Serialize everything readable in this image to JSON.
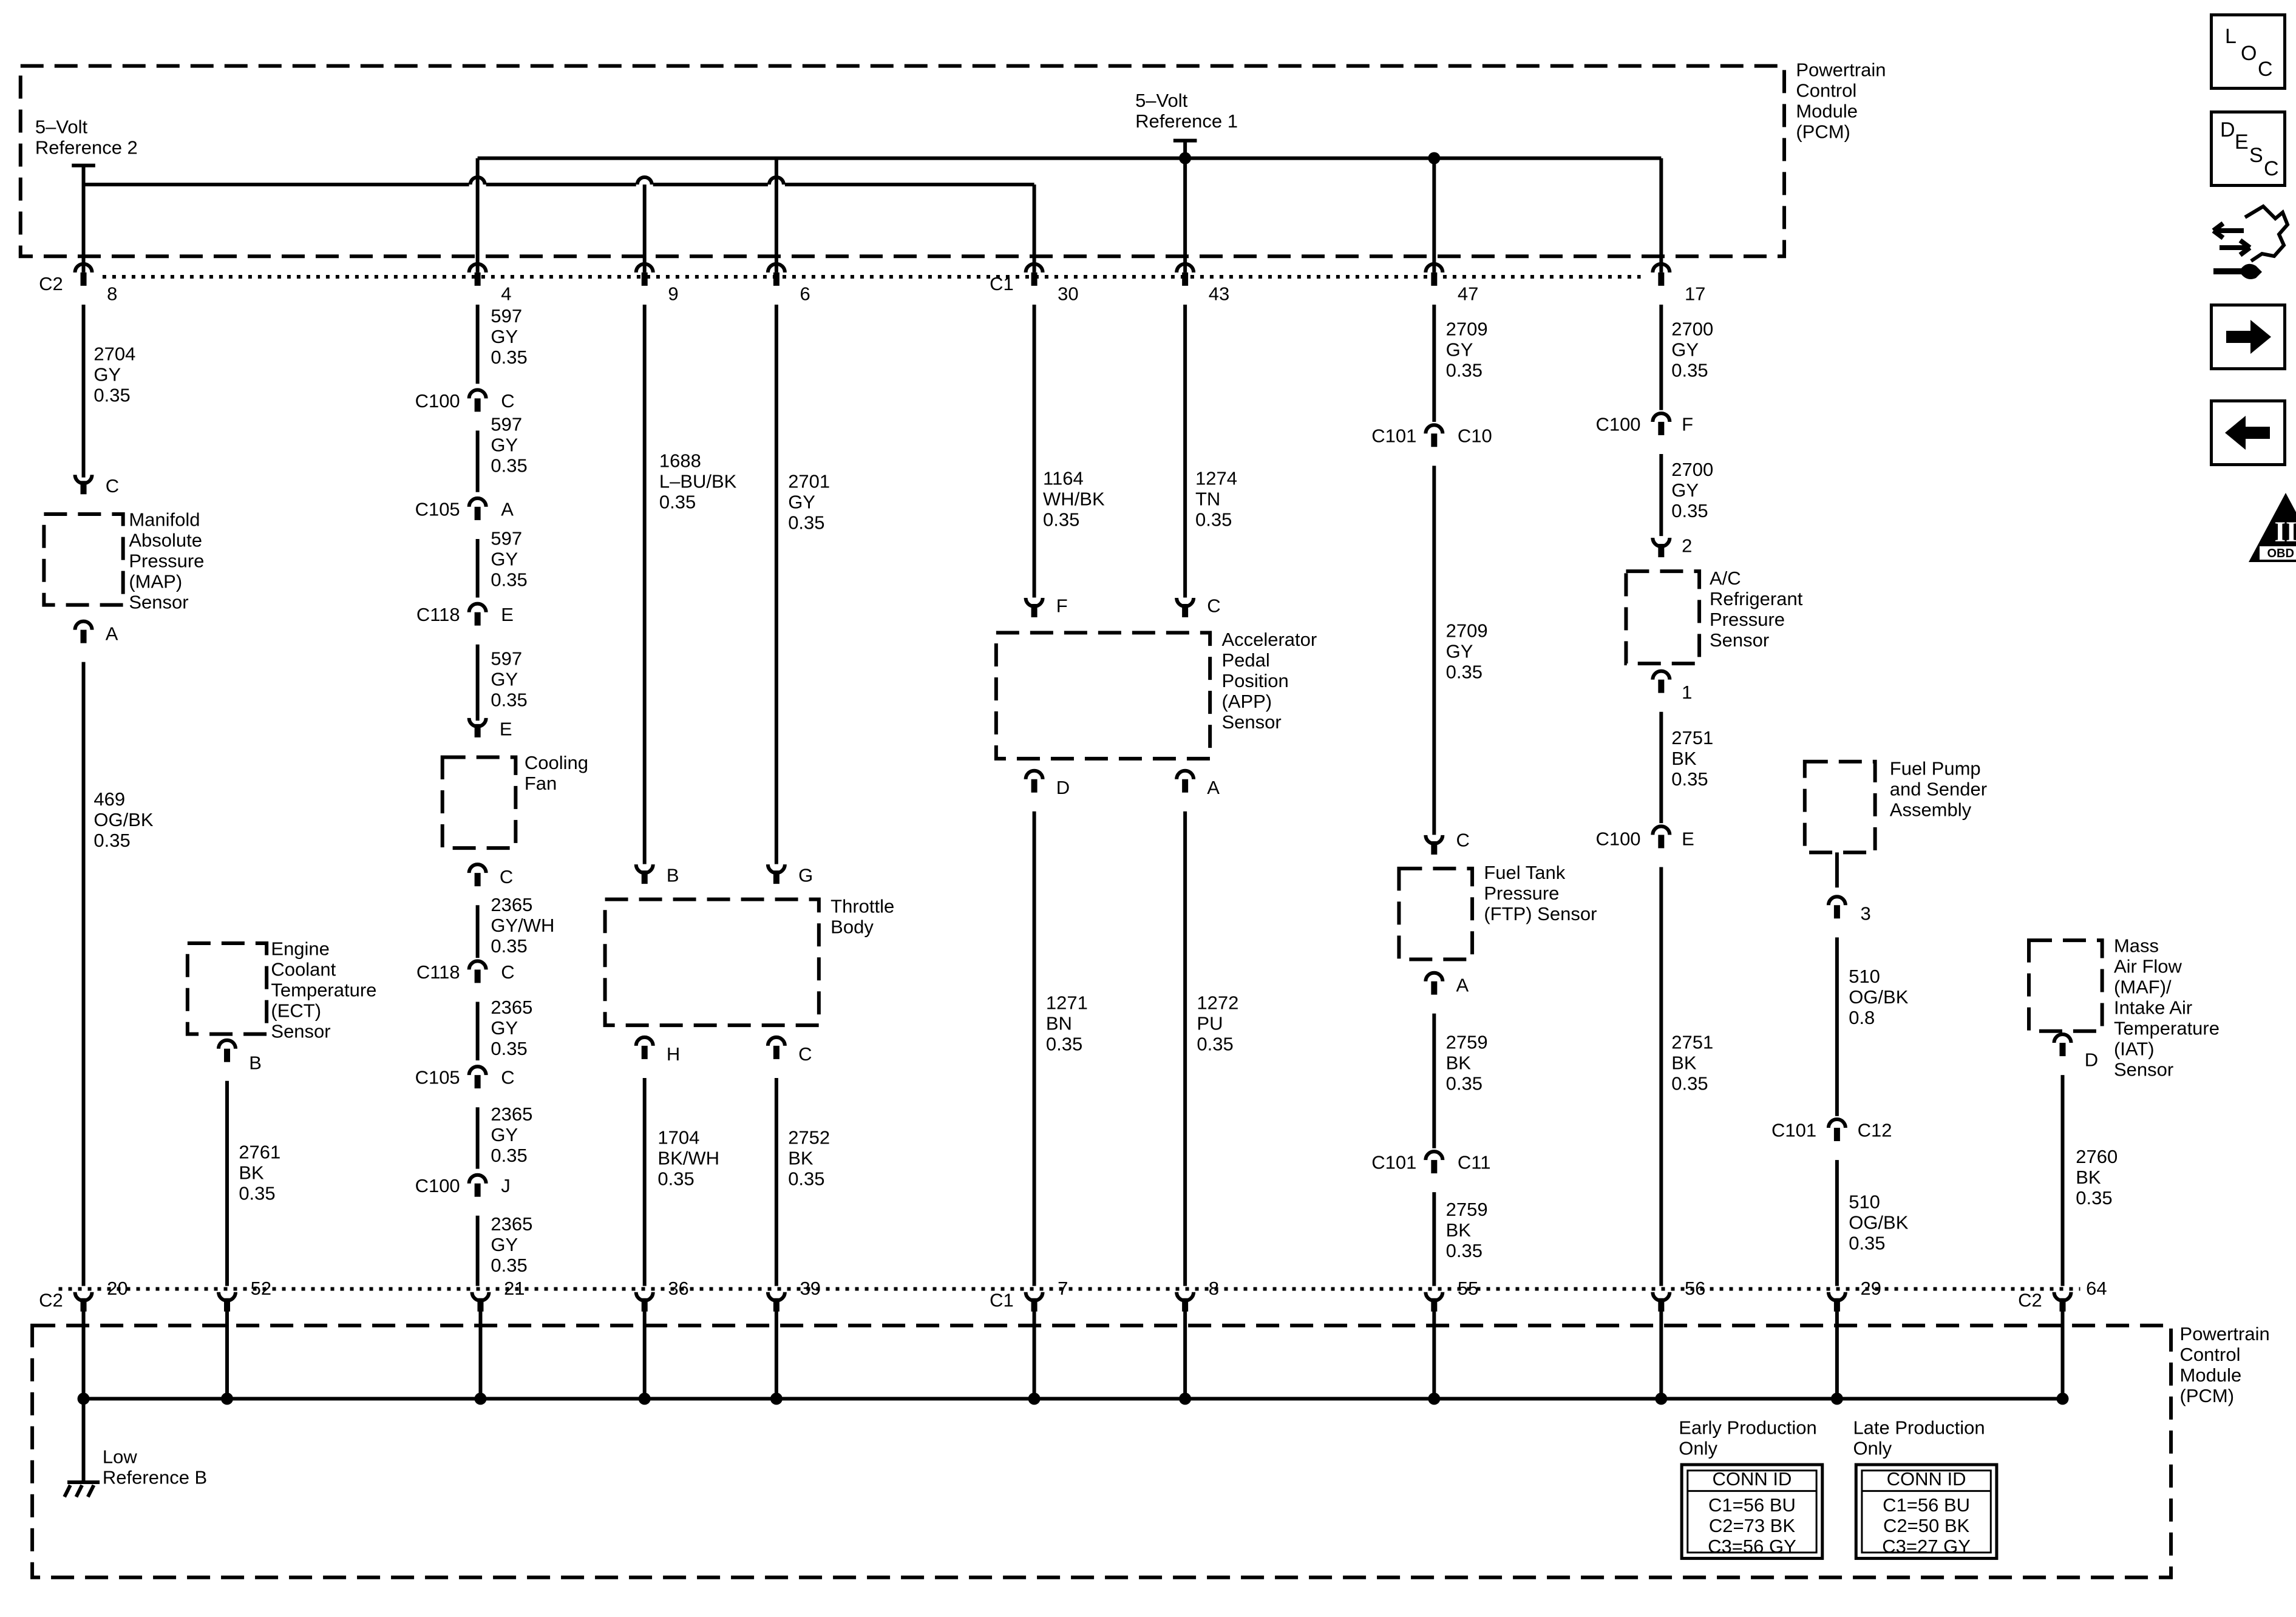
{
  "pcm_top": {
    "label_lines": [
      "Powertrain",
      "Control",
      "Module",
      "(PCM)"
    ],
    "ref2_lines": [
      "5–Volt",
      "Reference 2"
    ],
    "ref1_lines": [
      "5–Volt",
      "Reference 1"
    ]
  },
  "pcm_bottom": {
    "label_lines": [
      "Powertrain",
      "Control",
      "Module",
      "(PCM)"
    ],
    "ground_lines": [
      "Low",
      "Reference B"
    ]
  },
  "top_pins": [
    {
      "id": "t8",
      "conn": "C2",
      "pin": "8"
    },
    {
      "id": "t4",
      "conn": "",
      "pin": "4"
    },
    {
      "id": "t9",
      "conn": "",
      "pin": "9"
    },
    {
      "id": "t6",
      "conn": "",
      "pin": "6"
    },
    {
      "id": "t30",
      "conn": "C1",
      "pin": "30"
    },
    {
      "id": "t43",
      "conn": "",
      "pin": "43"
    },
    {
      "id": "t47",
      "conn": "",
      "pin": "47"
    },
    {
      "id": "t17",
      "conn": "",
      "pin": "17"
    }
  ],
  "bottom_pins": [
    {
      "id": "b20",
      "conn": "C2",
      "pin": "20"
    },
    {
      "id": "b52",
      "conn": "",
      "pin": "52"
    },
    {
      "id": "b21",
      "conn": "",
      "pin": "21"
    },
    {
      "id": "b36",
      "conn": "",
      "pin": "36"
    },
    {
      "id": "b39",
      "conn": "",
      "pin": "39"
    },
    {
      "id": "b7",
      "conn": "C1",
      "pin": "7"
    },
    {
      "id": "b8",
      "conn": "",
      "pin": "8"
    },
    {
      "id": "b55",
      "conn": "",
      "pin": "55"
    },
    {
      "id": "b56",
      "conn": "",
      "pin": "56"
    },
    {
      "id": "b29",
      "conn": "",
      "pin": "29"
    },
    {
      "id": "b64",
      "conn": "C2",
      "pin": "64"
    }
  ],
  "wires": [
    {
      "id": "w1",
      "lines": [
        "2704",
        "GY",
        "0.35"
      ]
    },
    {
      "id": "w2",
      "lines": [
        "469",
        "OG/BK",
        "0.35"
      ]
    },
    {
      "id": "w3",
      "lines": [
        "2761",
        "BK",
        "0.35"
      ]
    },
    {
      "id": "w4",
      "lines": [
        "597",
        "GY",
        "0.35"
      ]
    },
    {
      "id": "w5",
      "lines": [
        "597",
        "GY",
        "0.35"
      ]
    },
    {
      "id": "w6",
      "lines": [
        "597",
        "GY",
        "0.35"
      ]
    },
    {
      "id": "w7",
      "lines": [
        "597",
        "GY",
        "0.35"
      ]
    },
    {
      "id": "w8",
      "lines": [
        "2365",
        "GY/WH",
        "0.35"
      ]
    },
    {
      "id": "w9",
      "lines": [
        "2365",
        "GY",
        "0.35"
      ]
    },
    {
      "id": "w10",
      "lines": [
        "2365",
        "GY",
        "0.35"
      ]
    },
    {
      "id": "w11",
      "lines": [
        "2365",
        "GY",
        "0.35"
      ]
    },
    {
      "id": "w12",
      "lines": [
        "1688",
        "L–BU/BK",
        "0.35"
      ]
    },
    {
      "id": "w13",
      "lines": [
        "1704",
        "BK/WH",
        "0.35"
      ]
    },
    {
      "id": "w14",
      "lines": [
        "2701",
        "GY",
        "0.35"
      ]
    },
    {
      "id": "w15",
      "lines": [
        "2752",
        "BK",
        "0.35"
      ]
    },
    {
      "id": "w16",
      "lines": [
        "1164",
        "WH/BK",
        "0.35"
      ]
    },
    {
      "id": "w17",
      "lines": [
        "1271",
        "BN",
        "0.35"
      ]
    },
    {
      "id": "w18",
      "lines": [
        "1274",
        "TN",
        "0.35"
      ]
    },
    {
      "id": "w19",
      "lines": [
        "1272",
        "PU",
        "0.35"
      ]
    },
    {
      "id": "w20",
      "lines": [
        "2709",
        "GY",
        "0.35"
      ]
    },
    {
      "id": "w21",
      "lines": [
        "2709",
        "GY",
        "0.35"
      ]
    },
    {
      "id": "w22",
      "lines": [
        "2759",
        "BK",
        "0.35"
      ]
    },
    {
      "id": "w23",
      "lines": [
        "2759",
        "BK",
        "0.35"
      ]
    },
    {
      "id": "w24",
      "lines": [
        "2700",
        "GY",
        "0.35"
      ]
    },
    {
      "id": "w25",
      "lines": [
        "2700",
        "GY",
        "0.35"
      ]
    },
    {
      "id": "w26",
      "lines": [
        "2751",
        "BK",
        "0.35"
      ]
    },
    {
      "id": "w27",
      "lines": [
        "2751",
        "BK",
        "0.35"
      ]
    },
    {
      "id": "w28",
      "lines": [
        "510",
        "OG/BK",
        "0.8"
      ]
    },
    {
      "id": "w29",
      "lines": [
        "510",
        "OG/BK",
        "0.35"
      ]
    },
    {
      "id": "w30",
      "lines": [
        "2760",
        "BK",
        "0.35"
      ]
    }
  ],
  "inline_connectors": [
    {
      "id": "ic1",
      "conn": "C100",
      "pin": "C"
    },
    {
      "id": "ic2",
      "conn": "C105",
      "pin": "A"
    },
    {
      "id": "ic3",
      "conn": "C118",
      "pin": "E"
    },
    {
      "id": "ic4",
      "conn": "C118",
      "pin": "C"
    },
    {
      "id": "ic5",
      "conn": "C105",
      "pin": "C"
    },
    {
      "id": "ic6",
      "conn": "C100",
      "pin": "J"
    },
    {
      "id": "ic7",
      "conn": "C101",
      "pin": "C10"
    },
    {
      "id": "ic8",
      "conn": "C101",
      "pin": "C11"
    },
    {
      "id": "ic9",
      "conn": "C100",
      "pin": "F"
    },
    {
      "id": "ic10",
      "conn": "C100",
      "pin": "E"
    },
    {
      "id": "ic11",
      "conn": "C101",
      "pin": "C12"
    }
  ],
  "component_pins": [
    {
      "id": "p_map_c",
      "pin": "C"
    },
    {
      "id": "p_map_a",
      "pin": "A"
    },
    {
      "id": "p_ect_b",
      "pin": "B"
    },
    {
      "id": "p_fan_e",
      "pin": "E"
    },
    {
      "id": "p_fan_c",
      "pin": "C"
    },
    {
      "id": "p_tb_b",
      "pin": "B"
    },
    {
      "id": "p_tb_g",
      "pin": "G"
    },
    {
      "id": "p_tb_h",
      "pin": "H"
    },
    {
      "id": "p_tb_c",
      "pin": "C"
    },
    {
      "id": "p_app_f",
      "pin": "F"
    },
    {
      "id": "p_app_c",
      "pin": "C"
    },
    {
      "id": "p_app_d",
      "pin": "D"
    },
    {
      "id": "p_app_a",
      "pin": "A"
    },
    {
      "id": "p_ftp_c",
      "pin": "C"
    },
    {
      "id": "p_ftp_a",
      "pin": "A"
    },
    {
      "id": "p_ac_2",
      "pin": "2"
    },
    {
      "id": "p_ac_1",
      "pin": "1"
    },
    {
      "id": "p_fp_3",
      "pin": "3"
    },
    {
      "id": "p_maf_d",
      "pin": "D"
    }
  ],
  "components": [
    {
      "id": "map",
      "lines": [
        "Manifold",
        "Absolute",
        "Pressure",
        "(MAP)",
        "Sensor"
      ]
    },
    {
      "id": "ect",
      "lines": [
        "Engine",
        "Coolant",
        "Temperature",
        "(ECT)",
        "Sensor"
      ]
    },
    {
      "id": "fan",
      "lines": [
        "Cooling",
        "Fan"
      ]
    },
    {
      "id": "tb",
      "lines": [
        "Throttle",
        "Body"
      ]
    },
    {
      "id": "app",
      "lines": [
        "Accelerator",
        "Pedal",
        "Position",
        "(APP)",
        "Sensor"
      ]
    },
    {
      "id": "ftp",
      "lines": [
        "Fuel Tank",
        "Pressure",
        "(FTP) Sensor"
      ]
    },
    {
      "id": "ac",
      "lines": [
        "A/C",
        "Refrigerant",
        "Pressure",
        "Sensor"
      ]
    },
    {
      "id": "fp",
      "lines": [
        "Fuel Pump",
        "and Sender",
        "Assembly"
      ]
    },
    {
      "id": "maf",
      "lines": [
        "Mass",
        "Air Flow",
        "(MAF)/",
        "Intake Air",
        "Temperature",
        "(IAT)",
        "Sensor"
      ]
    }
  ],
  "conn_tables": [
    {
      "id": "early",
      "caption_lines": [
        "Early Production",
        "Only"
      ],
      "header": "CONN ID",
      "rows": [
        "C1=56 BU",
        "C2=73 BK",
        "C3=56 GY"
      ]
    },
    {
      "id": "late",
      "caption_lines": [
        "Late Production",
        "Only"
      ],
      "header": "CONN ID",
      "rows": [
        "C1=56 BU",
        "C2=50 BK",
        "C3=27 GY"
      ]
    }
  ],
  "nav": {
    "loc_letters": [
      "L",
      "O",
      "C"
    ],
    "desc_letters": [
      "D",
      "E",
      "S",
      "C"
    ],
    "obd_label": "OBD II",
    "obd_numeral": "II"
  }
}
